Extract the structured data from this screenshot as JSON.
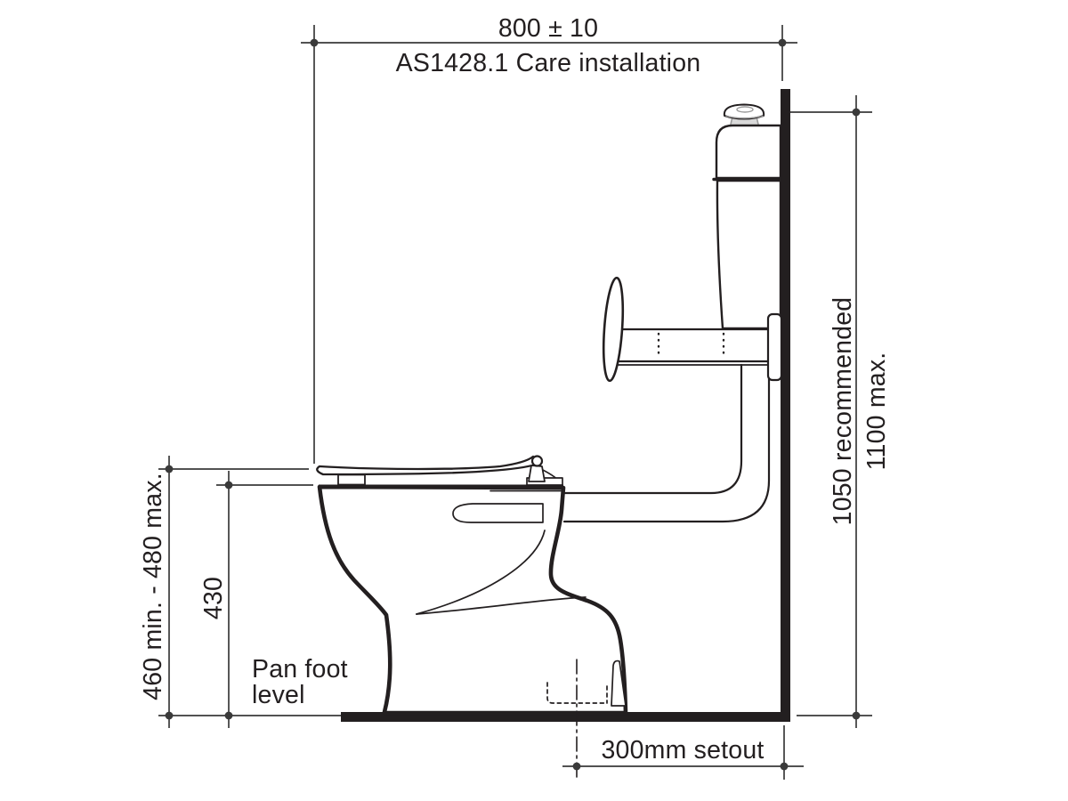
{
  "diagram": {
    "top": {
      "dim": "800 ± 10",
      "caption": "AS1428.1 Care installation"
    },
    "right": {
      "recommended": "1050 recommended",
      "max": "1100 max."
    },
    "left": {
      "seat_range": "460 min. - 480 max.",
      "pan_height": "430",
      "pan_foot_line1": "Pan foot",
      "pan_foot_line2": "level"
    },
    "bottom": {
      "setout": "300mm setout"
    },
    "colors": {
      "ink": "#231f20",
      "dim_line": "#3a3a3a",
      "background": "#ffffff",
      "shade": "#d9d9d9",
      "shade_line": "#9a9a9a"
    }
  }
}
